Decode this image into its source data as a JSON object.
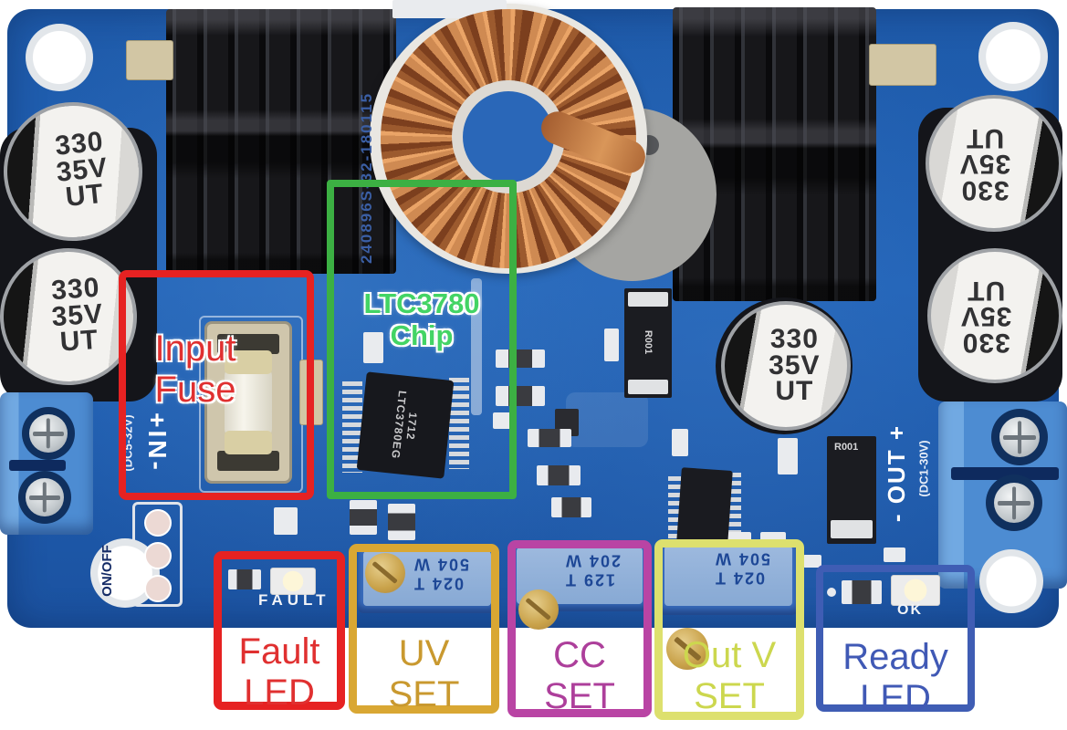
{
  "annotations": {
    "input_fuse": {
      "line1": "Input",
      "line2": "Fuse",
      "color": "#e62222"
    },
    "chip": {
      "line1": "LTC3780",
      "line2": "Chip",
      "color": "#3cb043"
    },
    "fault": {
      "line1": "Fault",
      "line2": "LED",
      "color": "#e62222"
    },
    "uv": {
      "line1": "UV",
      "line2": "SET",
      "color": "#d9a733"
    },
    "cc": {
      "line1": "CC",
      "line2": "SET",
      "color": "#b944a4"
    },
    "outv": {
      "line1": "Out V",
      "line2": "SET",
      "color": "#dde06e"
    },
    "ready": {
      "line1": "Ready",
      "line2": "LED",
      "color": "#3f5db4"
    }
  },
  "silkscreen": {
    "serial": "240896S-32-180115",
    "fault_led": "FAULT",
    "ready_led": "OK",
    "onoff": "ON/OFF",
    "input_polarity": "+IN-",
    "input_range": "(DC5-32V)",
    "output_polarity": "- OUT +",
    "output_range": "(DC1-30V)"
  },
  "components": {
    "capacitor_marking": {
      "line1": "330",
      "line2": "35V",
      "line3": "UT"
    },
    "main_chip": {
      "date_code": "1712",
      "part": "LTC3780EG"
    },
    "shunt_a": "R001",
    "shunt_b": "R001",
    "pots": {
      "uv": {
        "w": "504 W",
        "t": "024 T"
      },
      "cc": {
        "w": "204 W",
        "t": "129 T"
      },
      "outv": {
        "w": "504 W",
        "t": "024 T"
      }
    }
  },
  "colors": {
    "pcb_blue": "#1f5cab",
    "terminal_blue": "#4d8cd2",
    "annotation_red": "#e62222",
    "annotation_green": "#3cb043",
    "annotation_gold": "#d9a733",
    "annotation_magenta": "#b944a4",
    "annotation_yellow_green": "#dde06e",
    "annotation_blue": "#3f5db4",
    "copper": "#cf8a52"
  }
}
